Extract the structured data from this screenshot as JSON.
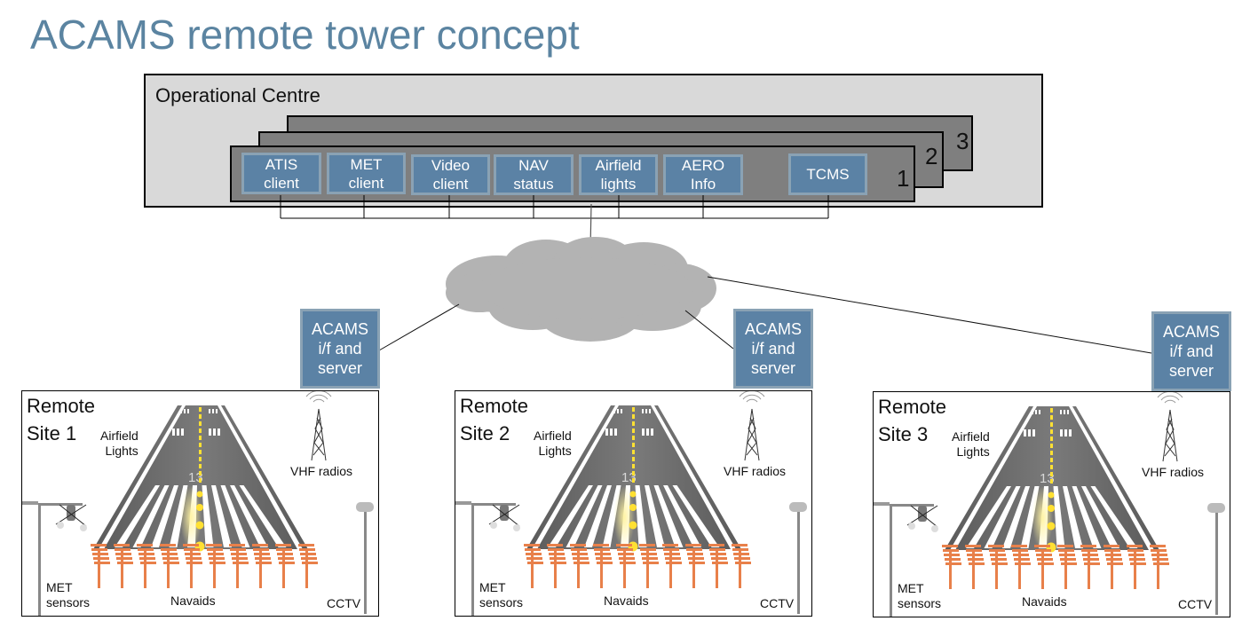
{
  "title": "ACAMS remote tower concept",
  "operational_centre": {
    "label": "Operational Centre",
    "layers": [
      "1",
      "2",
      "3"
    ],
    "modules": [
      {
        "id": "atis",
        "line1": "ATIS",
        "line2": "client"
      },
      {
        "id": "met",
        "line1": "MET",
        "line2": "client"
      },
      {
        "id": "video",
        "line1": "Video",
        "line2": "client"
      },
      {
        "id": "nav",
        "line1": "NAV",
        "line2": "status"
      },
      {
        "id": "airfield",
        "line1": "Airfield",
        "line2": "lights"
      },
      {
        "id": "aero",
        "line1": "AERO",
        "line2": "Info"
      },
      {
        "id": "tcms",
        "line1": "TCMS",
        "line2": ""
      }
    ]
  },
  "network": {
    "icon": "cloud-icon"
  },
  "server_box": {
    "line1": "ACAMS",
    "line2": "i/f and",
    "line3": "server"
  },
  "sites": [
    {
      "name_line1": "Remote",
      "name_line2": "Site 1"
    },
    {
      "name_line1": "Remote",
      "name_line2": "Site 2"
    },
    {
      "name_line1": "Remote",
      "name_line2": "Site 3"
    }
  ],
  "site_labels": {
    "airfield_lights_line1": "Airfield",
    "airfield_lights_line2": "Lights",
    "vhf": "VHF radios",
    "met_line1": "MET",
    "met_line2": "sensors",
    "navaids": "Navaids",
    "cctv": "CCTV",
    "runway_number": "13"
  },
  "colors": {
    "title": "#5b84a1",
    "module_fill": "#5b82a5",
    "module_border": "#8aa2b4",
    "opcentre_bg": "#d9d9d9",
    "layer_bg": "#7f7f7f",
    "cloud": "#b3b3b3",
    "runway": "#6b6b6b",
    "centerline_light": "#ffe033",
    "navaid": "#e8804a"
  }
}
